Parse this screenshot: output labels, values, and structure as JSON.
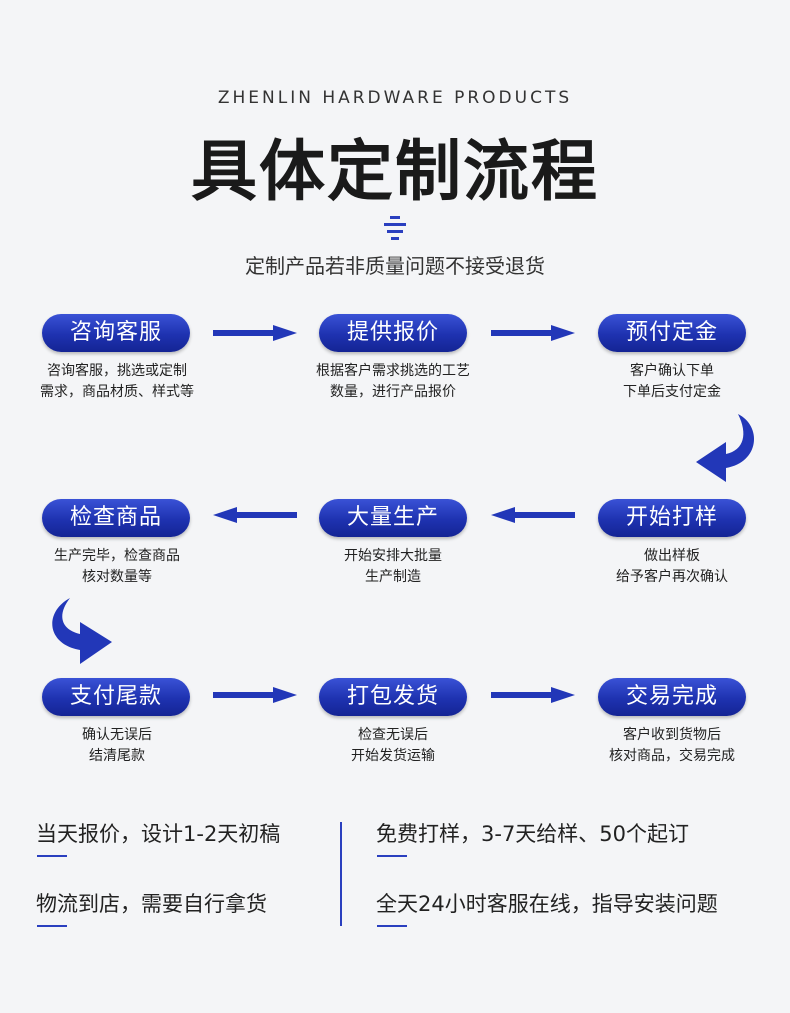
{
  "header": {
    "brand_en": "ZHENLIN HARDWARE PRODUCTS",
    "title": "具体定制流程",
    "note": "定制产品若非质量问题不接受退货"
  },
  "steps": [
    {
      "label": "咨询客服",
      "desc": [
        "咨询客服，挑选或定制",
        "需求，商品材质、样式等"
      ]
    },
    {
      "label": "提供报价",
      "desc": [
        "根据客户需求挑选的工艺",
        "数量，进行产品报价"
      ]
    },
    {
      "label": "预付定金",
      "desc": [
        "客户确认下单",
        "下单后支付定金"
      ]
    },
    {
      "label": "开始打样",
      "desc": [
        "做出样板",
        "给予客户再次确认"
      ]
    },
    {
      "label": "大量生产",
      "desc": [
        "开始安排大批量",
        "生产制造"
      ]
    },
    {
      "label": "检查商品",
      "desc": [
        "生产完毕，检查商品",
        "核对数量等"
      ]
    },
    {
      "label": "支付尾款",
      "desc": [
        "确认无误后",
        "结清尾款"
      ]
    },
    {
      "label": "打包发货",
      "desc": [
        "检查无误后",
        "开始发货运输"
      ]
    },
    {
      "label": "交易完成",
      "desc": [
        "客户收到货物后",
        "核对商品，交易完成"
      ]
    }
  ],
  "features": [
    "当天报价，设计1-2天初稿",
    "免费打样，3-7天给样、50个起订",
    "物流到店，需要自行拿货",
    "全天24小时客服在线，指导安装问题"
  ],
  "colors": {
    "pill": "#1e32b0",
    "accent": "#2a3fbf",
    "background": "#f4f5f7"
  }
}
